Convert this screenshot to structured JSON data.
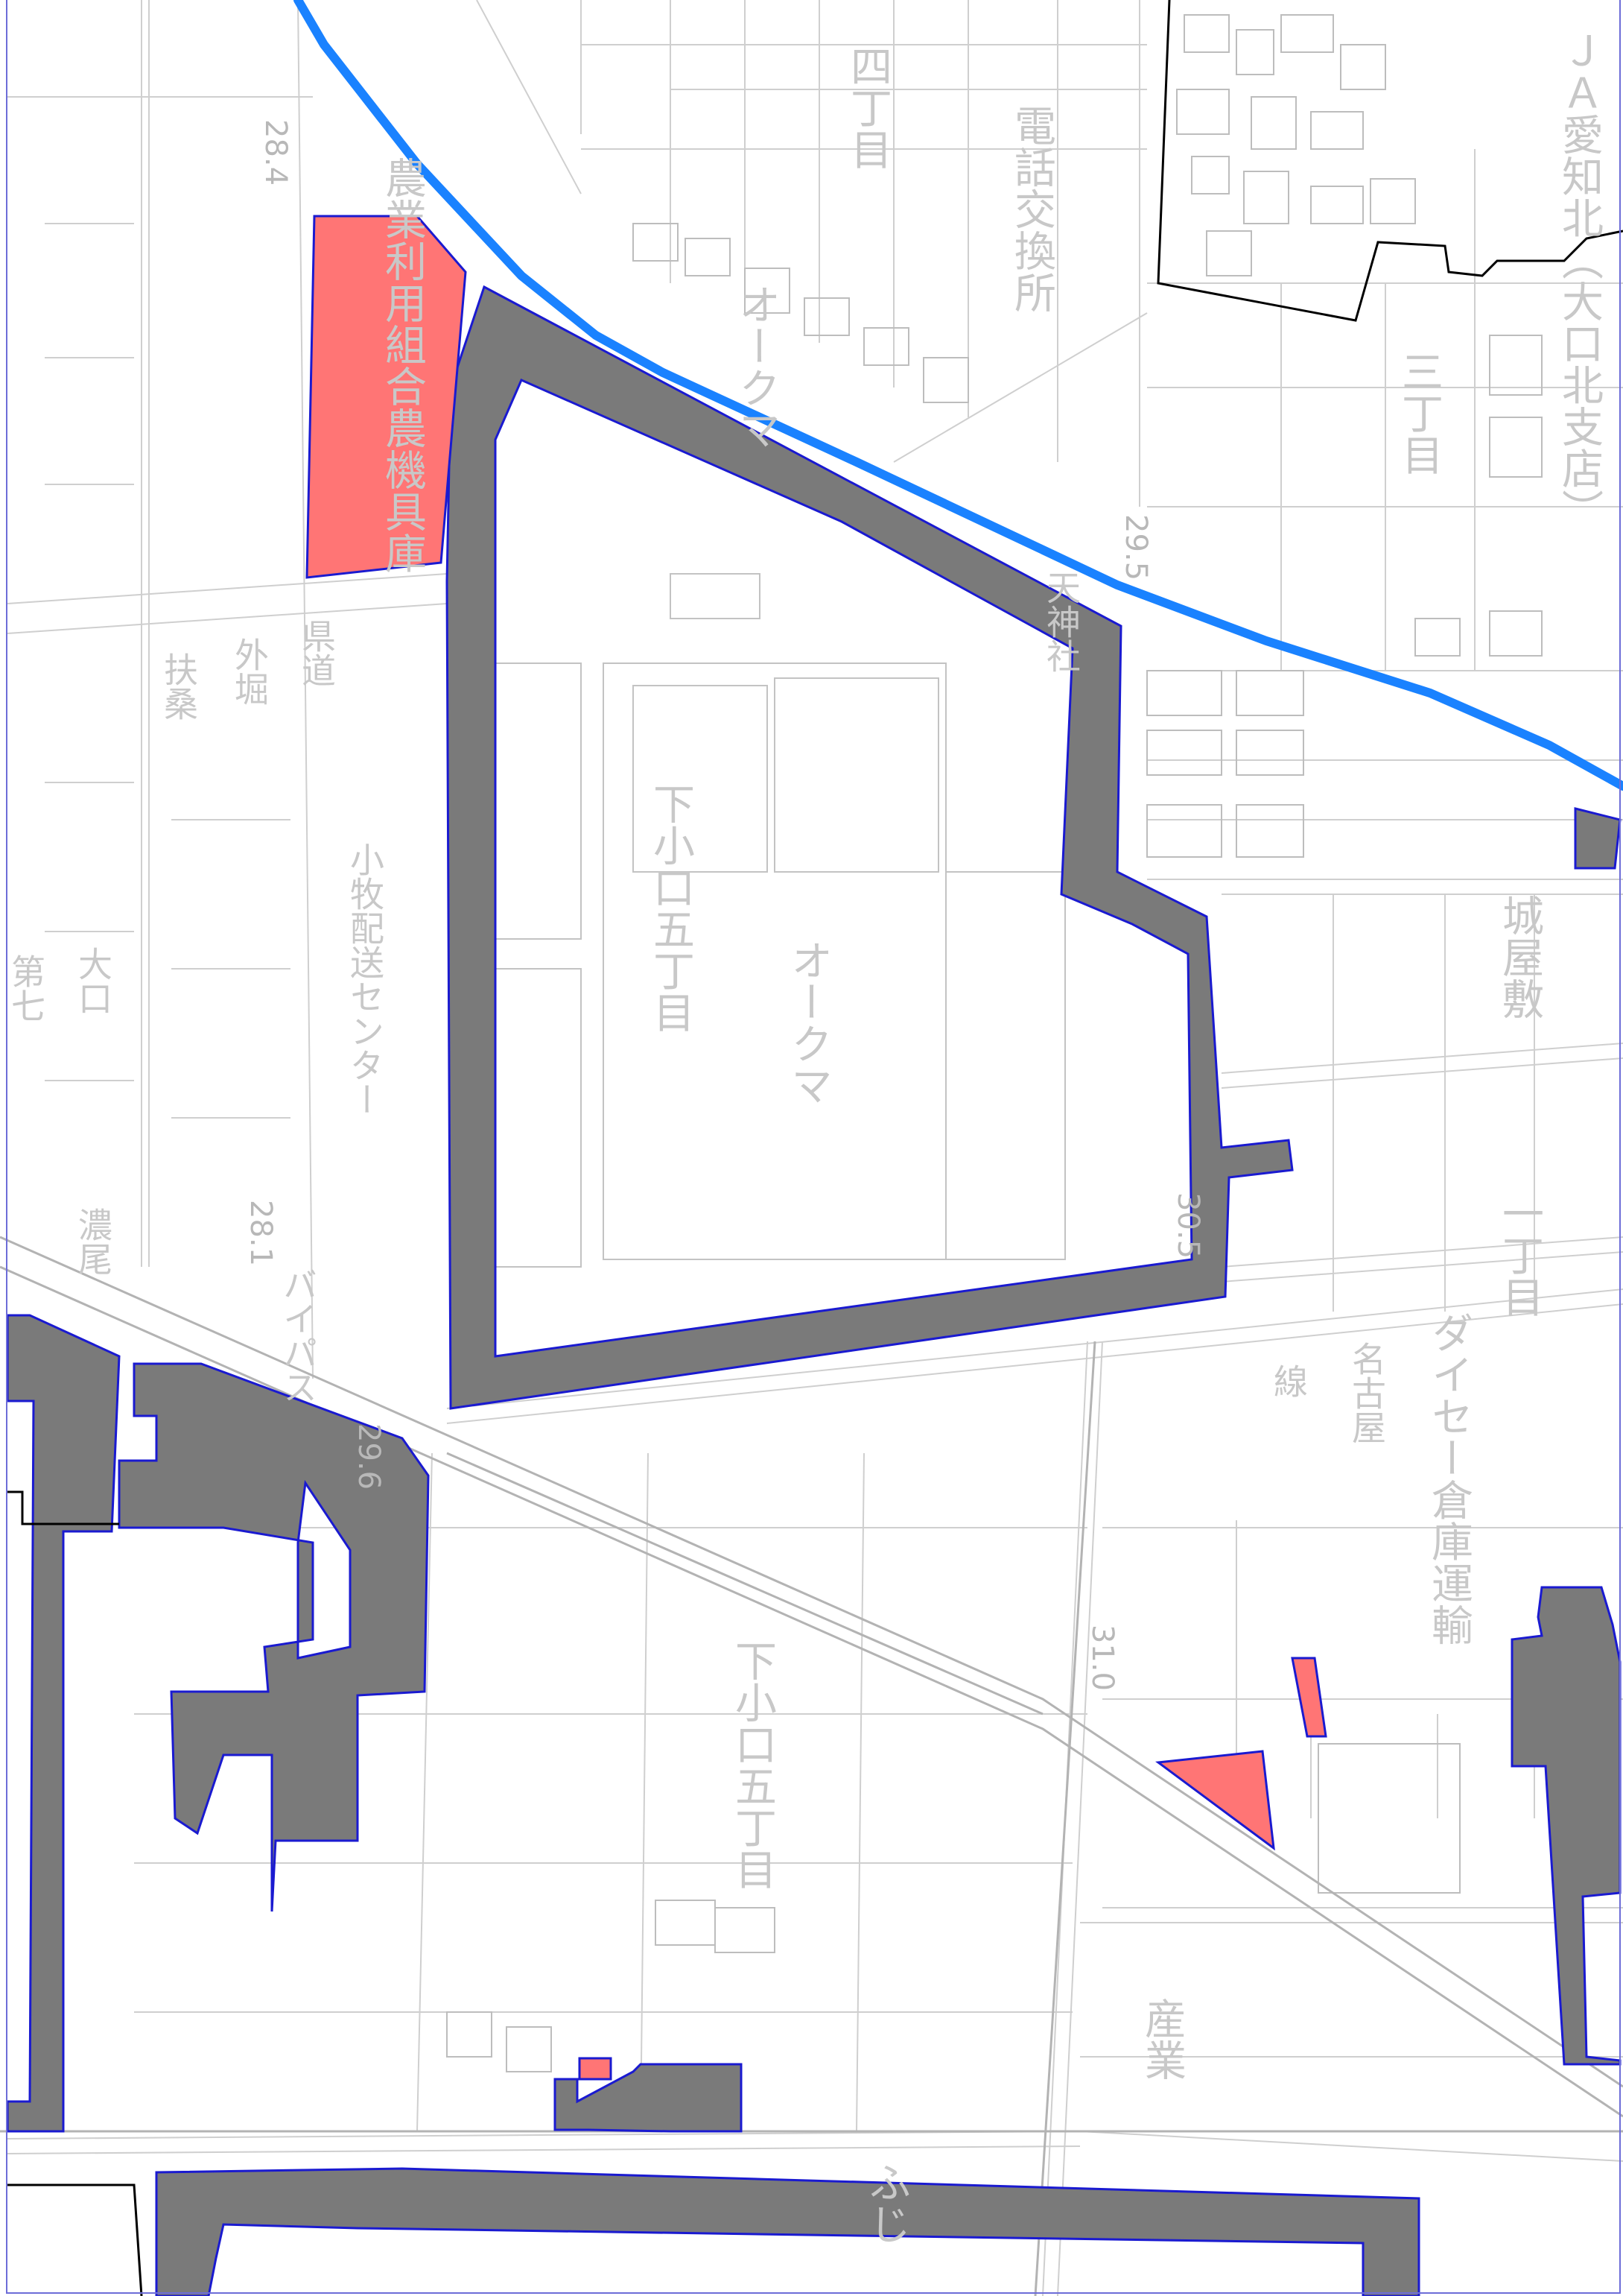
{
  "map": {
    "colors": {
      "background": "#ffffff",
      "parcel_line": "#c9c9c9",
      "road_edge": "#b5b5b5",
      "gray_zone_fill": "#7a7a7a",
      "zone_border": "#1a1ad0",
      "red_zone_fill": "#ff7575",
      "river": "#1a82ff",
      "district_boundary": "#000000",
      "label_text": "#c8c8c8"
    },
    "labels": {
      "hall_north": "農業利用組合農機具庫",
      "hall_north_num": "28.4",
      "telephone": "電話交換所",
      "ja": "ＪＡ愛知北（大口北支店）",
      "block_4chome": "四丁目",
      "block_3chome": "三丁目",
      "factory_oakuma": "オークマ",
      "block_5chome": "下小口五丁目",
      "okuma_mark": "オークマ",
      "kenddo": "県道",
      "sotobori": "外堀",
      "fukuso": "扶桑",
      "center": "小牧配送センター",
      "num_281": "28.1",
      "bypass": "バイパス",
      "okuchi_dai7": "第七",
      "oguchi": "大口",
      "nouno": "濃尾",
      "num_295": "29.5",
      "tenjin": "天神社",
      "shiroyashiki": "城屋敷",
      "chome_1": "一丁目",
      "num_305": "30.5",
      "nagoya": "名古屋",
      "dai": "ダイセー倉庫運輸",
      "num_310": "31.0",
      "shimo_5": "下小口五丁目",
      "num_296": "29.6",
      "sangyo": "産業",
      "fuji": "ふじ",
      "sen": "線"
    }
  }
}
